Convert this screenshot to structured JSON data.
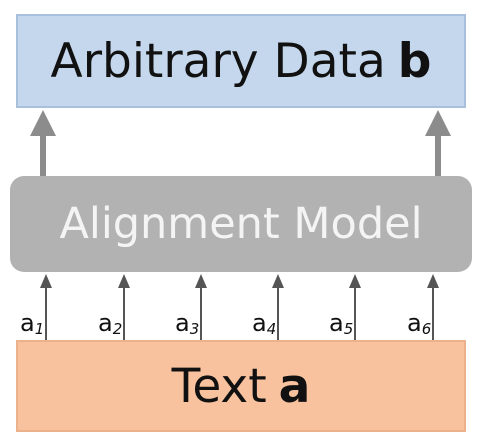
{
  "diagram": {
    "output_box": {
      "text": "Arbitrary Data",
      "variable": "b"
    },
    "model_box": {
      "text": "Alignment Model"
    },
    "input_box": {
      "text": "Text",
      "variable": "a"
    },
    "tokens": [
      {
        "base": "a",
        "index": "1"
      },
      {
        "base": "a",
        "index": "2"
      },
      {
        "base": "a",
        "index": "3"
      },
      {
        "base": "a",
        "index": "4"
      },
      {
        "base": "a",
        "index": "5"
      },
      {
        "base": "a",
        "index": "6"
      }
    ],
    "colors": {
      "output_fill": "#c4d7ec",
      "model_fill": "#b2b2b2",
      "input_fill": "#f7c29d",
      "arrow_gray": "#8c8c8c",
      "arrow_dark": "#555555"
    }
  }
}
